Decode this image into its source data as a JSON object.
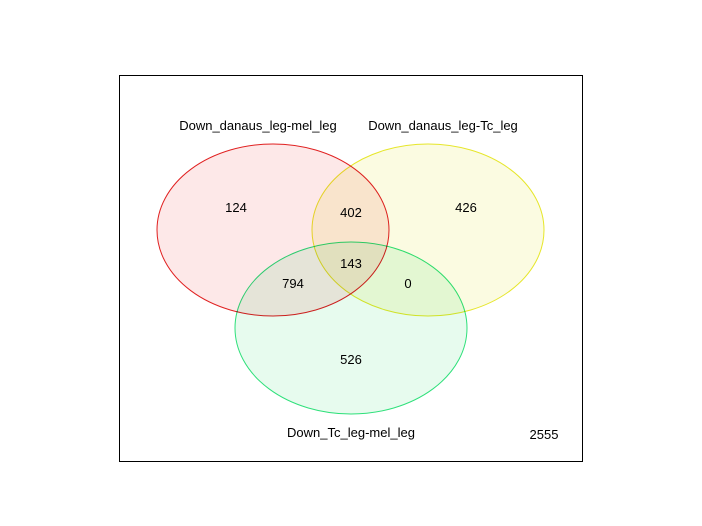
{
  "venn": {
    "sets": [
      {
        "label": "Down_danaus_leg-mel_leg",
        "stroke": "#e02020",
        "fill": "#fde8e8"
      },
      {
        "label": "Down_danaus_leg-Tc_leg",
        "stroke": "#e6e62a",
        "fill": "#fbfbe1"
      },
      {
        "label": "Down_Tc_leg-mel_leg",
        "stroke": "#2ee07a",
        "fill": "#e7fbee"
      }
    ],
    "regions": {
      "only_a": "124",
      "only_b": "426",
      "only_c": "526",
      "a_b": "402",
      "a_c": "794",
      "b_c": "0",
      "a_b_c": "143"
    },
    "total": "2555"
  }
}
